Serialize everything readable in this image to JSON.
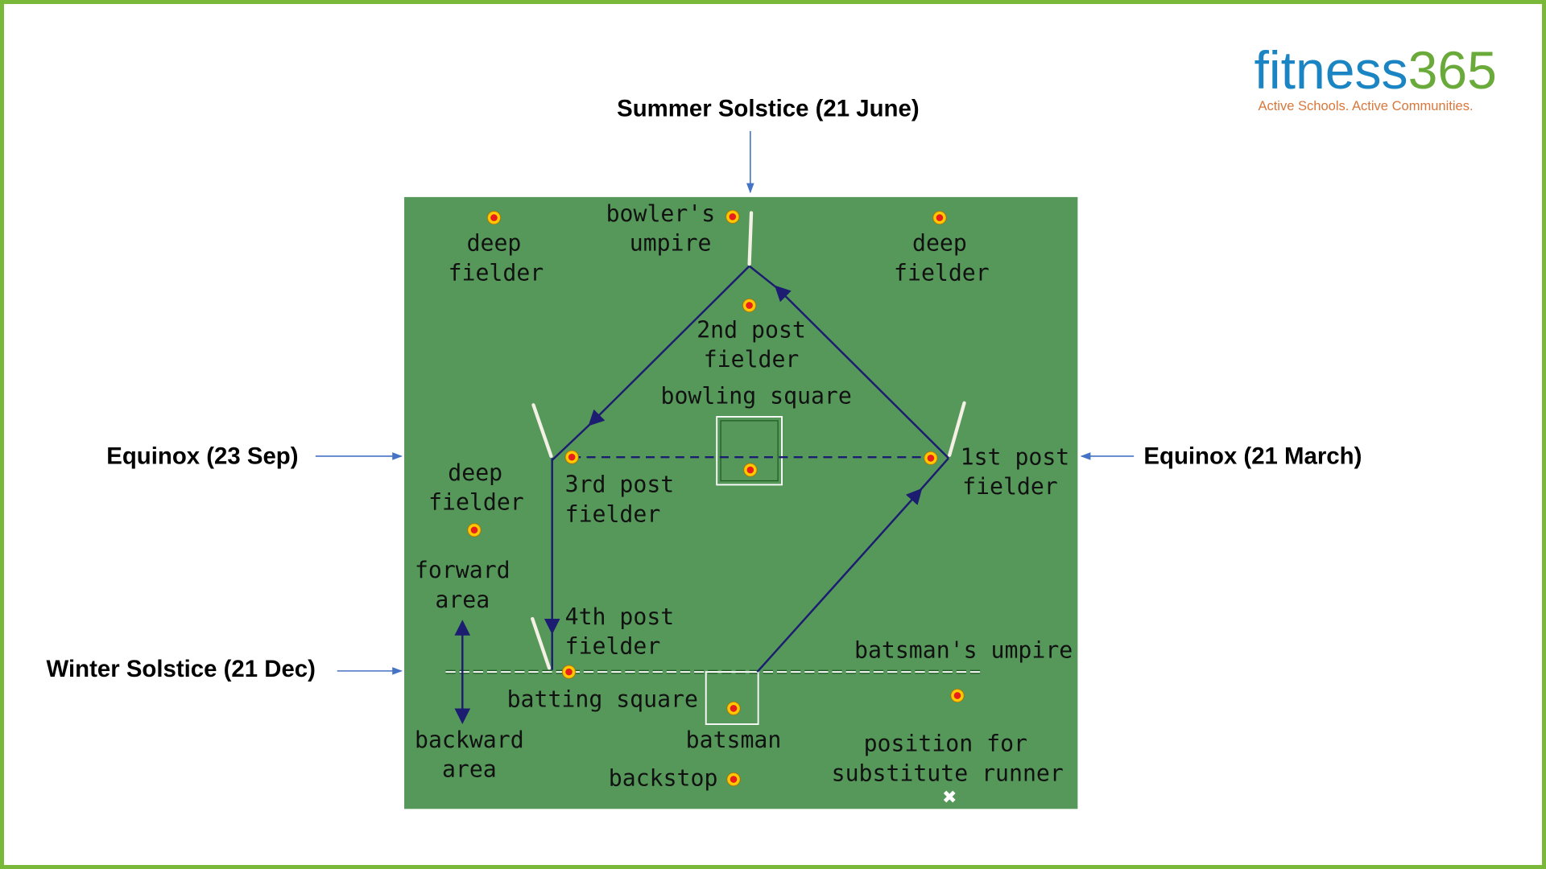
{
  "logo": {
    "name_part1": "fitness",
    "name_part2": "365",
    "tagline": "Active Schools. Active Communities.",
    "colors": {
      "blue": "#1a85c2",
      "green": "#6aaa3a",
      "orange": "#d9773c"
    }
  },
  "captions": {
    "top": "Summer Solstice (21 June)",
    "left": "Equinox (23 Sep)",
    "right": "Equinox (21 March)",
    "bottom_left": "Winter Solstice (21 Dec)"
  },
  "field": {
    "colors": {
      "grass": "#55985a",
      "lines": "#1c1c70",
      "pointer_arrows": "#4472c4",
      "frame": "#7ab83a"
    },
    "labels": {
      "bowlers_umpire_1": "bowler's",
      "bowlers_umpire_2": "umpire",
      "deep_fielder_tl_1": "deep",
      "deep_fielder_tl_2": "fielder",
      "deep_fielder_tr_1": "deep",
      "deep_fielder_tr_2": "fielder",
      "post2_1": "2nd post",
      "post2_2": "fielder",
      "bowling_square": "bowling square",
      "post1_1": "1st post",
      "post1_2": "fielder",
      "deep_fielder_l_1": "deep",
      "deep_fielder_l_2": "fielder",
      "post3_1": "3rd post",
      "post3_2": "fielder",
      "forward_1": "forward",
      "forward_2": "area",
      "post4_1": "4th post",
      "post4_2": "fielder",
      "batsmans_umpire": "batsman's umpire",
      "batting_square": "batting square",
      "batsman": "batsman",
      "backward_1": "backward",
      "backward_2": "area",
      "substitute_1": "position for",
      "substitute_2": "substitute runner",
      "backstop": "backstop"
    }
  }
}
